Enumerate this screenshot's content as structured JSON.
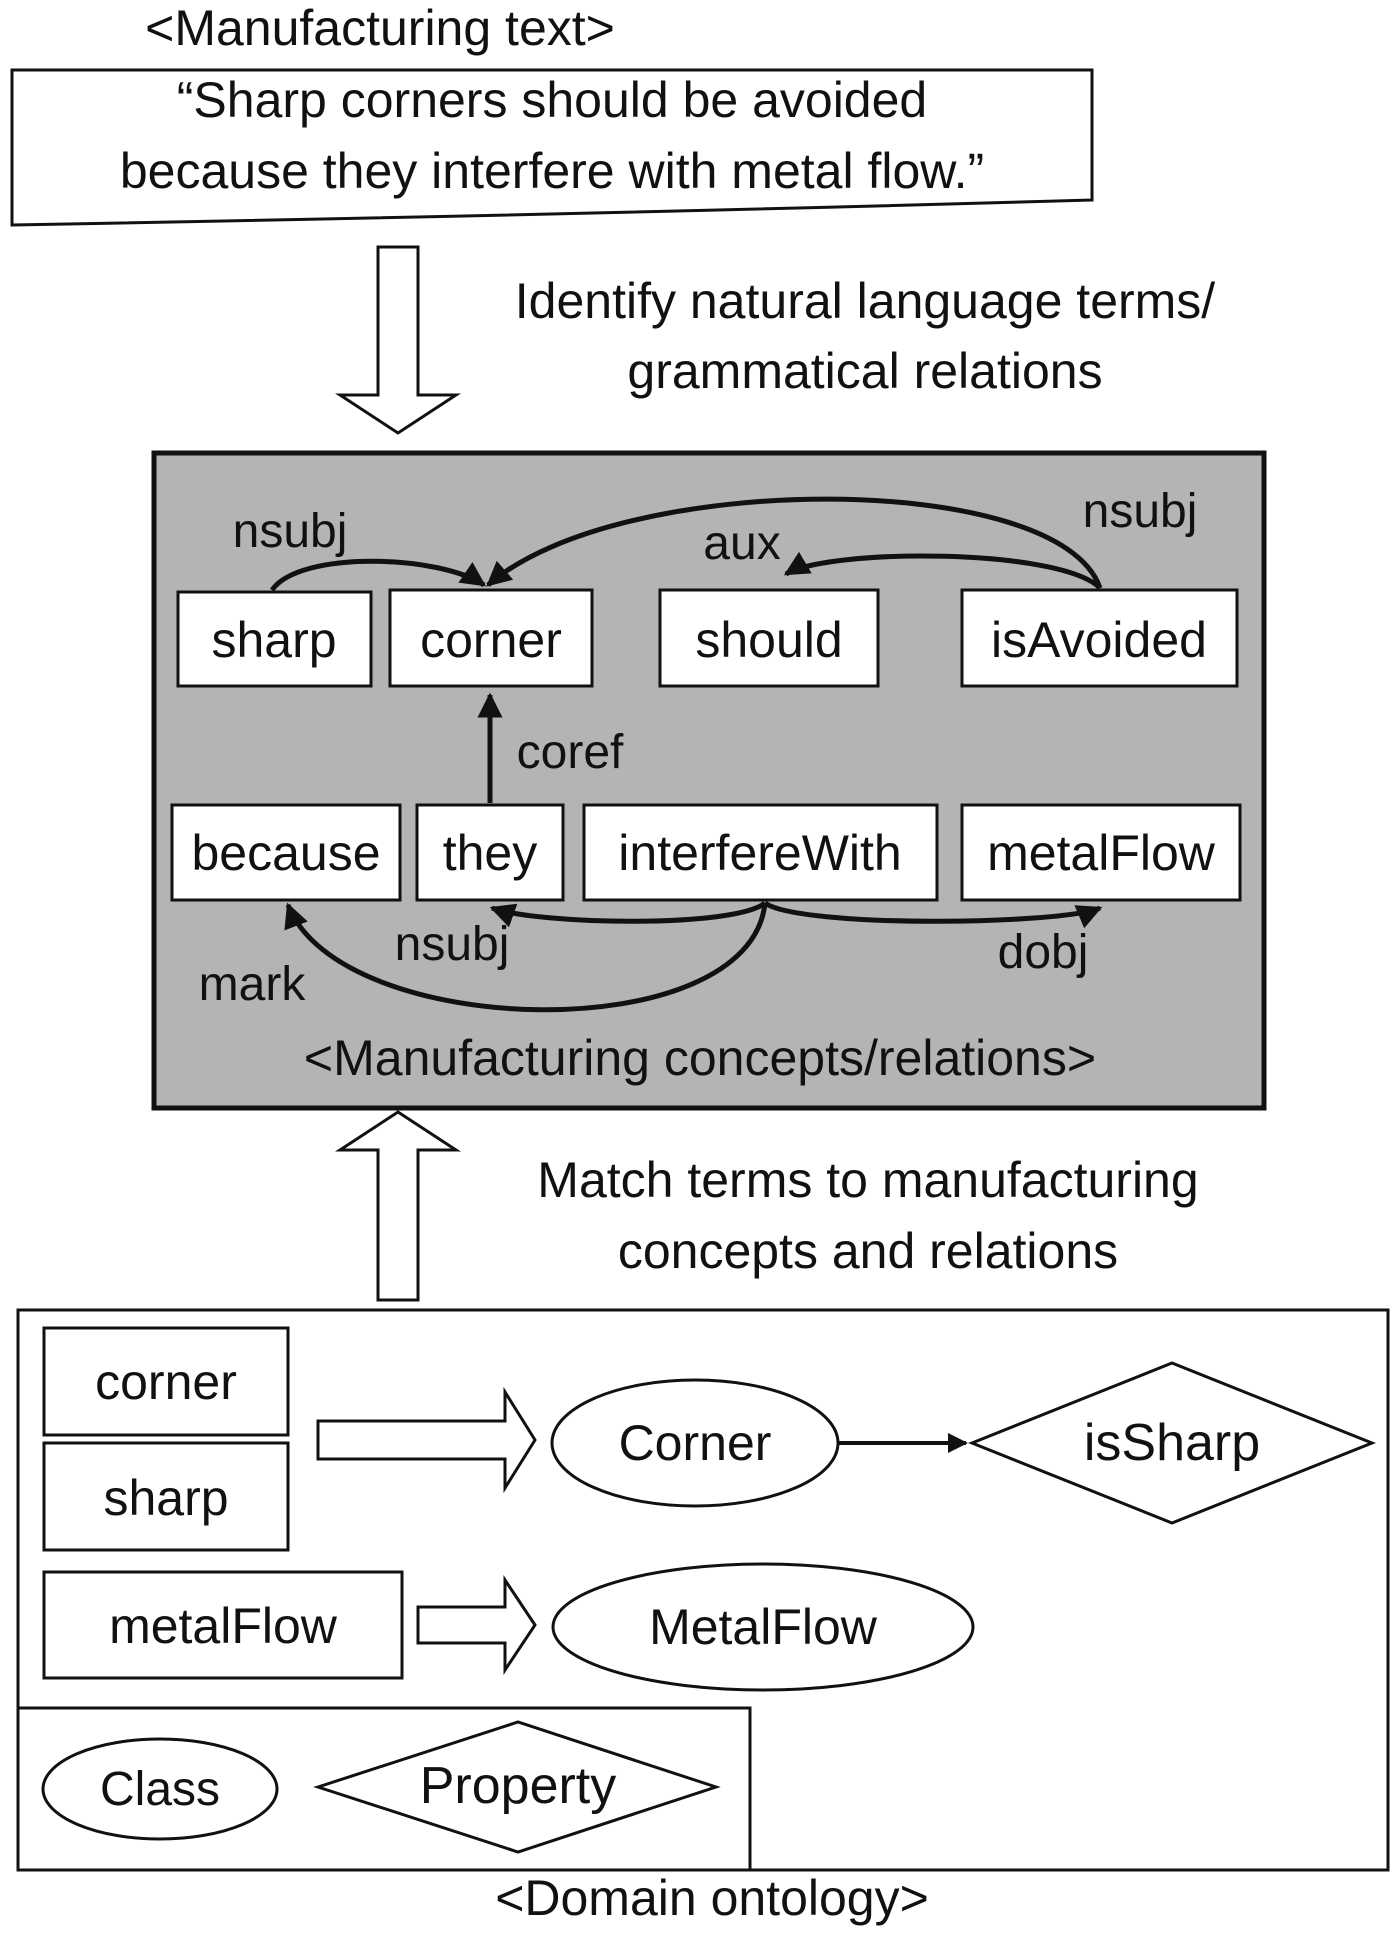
{
  "manufacturing_text": {
    "caption": "<Manufacturing text>",
    "quote_line1": "“Sharp corners should be avoided",
    "quote_line2": "because they interfere with metal flow.”"
  },
  "step1": {
    "line1": "Identify natural language terms/",
    "line2": "grammatical relations"
  },
  "concepts_panel": {
    "caption": "<Manufacturing concepts/relations>",
    "fill": "#b4b4b4",
    "row1": [
      "sharp",
      "corner",
      "should",
      "isAvoided"
    ],
    "row2": [
      "because",
      "they",
      "interfereWith",
      "metalFlow"
    ],
    "relations": {
      "nsubj_sharp": "nsubj",
      "nsubj_isAvoided": "nsubj",
      "aux": "aux",
      "coref": "coref",
      "nsubj_they": "nsubj",
      "mark": "mark",
      "dobj": "dobj"
    }
  },
  "step2": {
    "line1": "Match terms to manufacturing",
    "line2": "concepts and relations"
  },
  "ontology": {
    "caption": "<Domain ontology>",
    "terms": [
      "corner",
      "sharp",
      "metalFlow"
    ],
    "class_corner": "Corner",
    "property_isSharp": "isSharp",
    "class_metalflow": "MetalFlow",
    "legend_class": "Class",
    "legend_property": "Property"
  }
}
